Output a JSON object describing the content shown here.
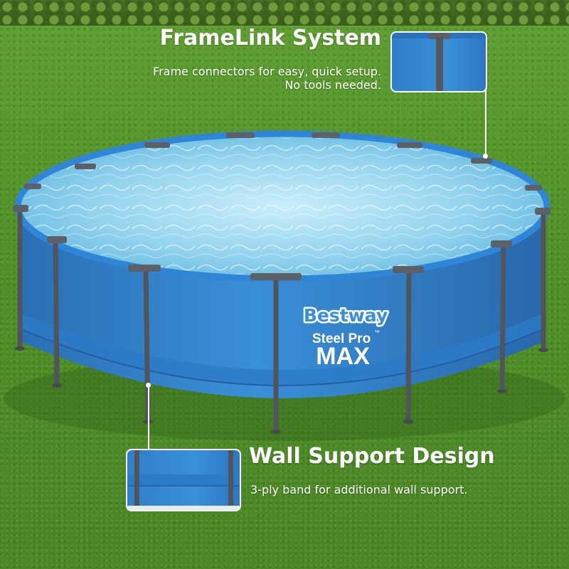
{
  "callouts": {
    "framelink": {
      "title": "FrameLink System",
      "description": "Frame connectors for easy, quick setup. No tools needed."
    },
    "wall_support": {
      "title": "Wall Support Design",
      "description": "3-ply band for additional wall support."
    }
  },
  "product_label": {
    "brand": "Bestway",
    "line": "Steel Pro",
    "trademark": "™",
    "model": "MAX"
  },
  "colors": {
    "grass": "#55952c",
    "pool_wall": "#2f7fca",
    "frame": "#5a5f66",
    "water": "#8fd0ec",
    "text": "#ffffff"
  }
}
